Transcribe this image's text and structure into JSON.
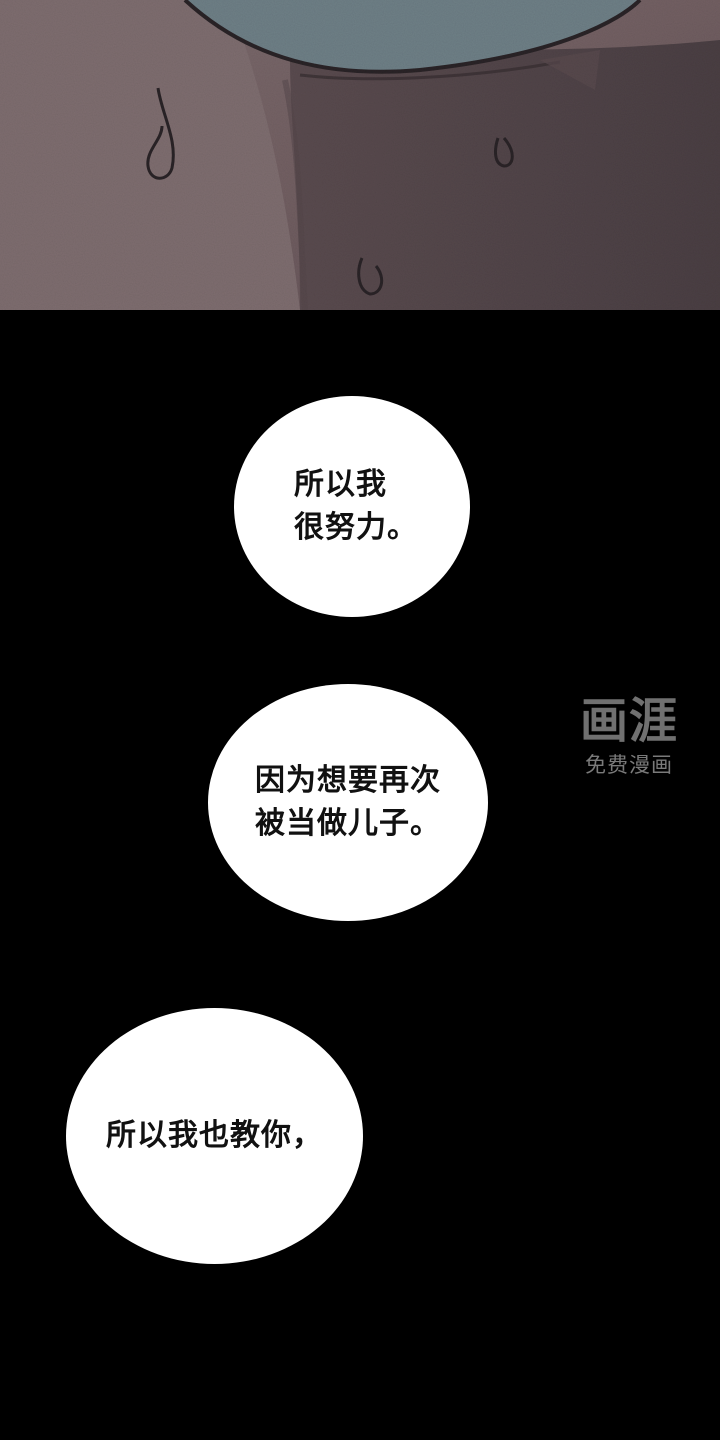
{
  "comic": {
    "top_panel": {
      "description_icon": "crying-face-closeup"
    },
    "bubbles": [
      {
        "text": "所以我\n很努力。"
      },
      {
        "text": "因为想要再次\n被当做儿子。"
      },
      {
        "text": "所以我也教你，"
      }
    ],
    "watermark": {
      "logo": "画涯",
      "subtitle": "免费漫画"
    }
  },
  "colors": {
    "background": "#000000",
    "bubble_fill": "#ffffff",
    "text": "#111111",
    "panel_skin": "#6f5e60",
    "panel_shadow": "#4a4144",
    "eye_tone": "#6e7f86"
  }
}
